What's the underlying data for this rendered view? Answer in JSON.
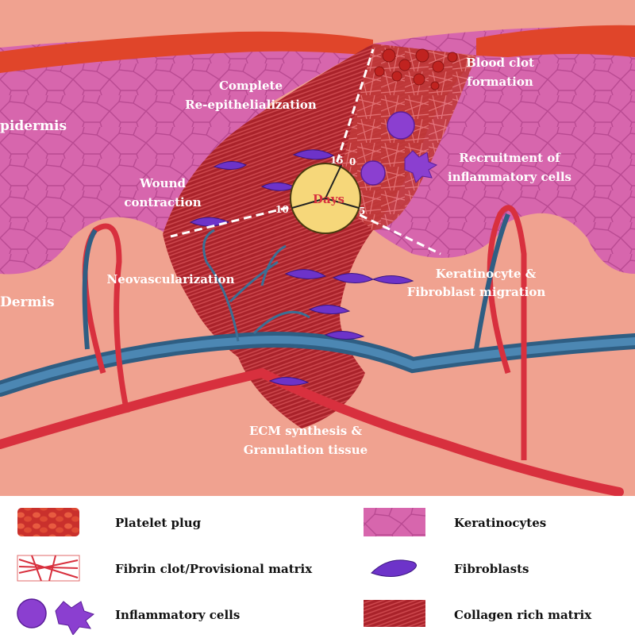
{
  "diagram": {
    "layers": {
      "epidermis": "pidermis",
      "dermis": "Dermis"
    },
    "labels": {
      "complete_reepi": [
        "Complete",
        "Re-epithelialization"
      ],
      "blood_clot": [
        "Blood clot",
        "formation"
      ],
      "recruitment": [
        "Recruitment of",
        "inflammatory cells"
      ],
      "wound_contraction": [
        "Wound",
        "contraction"
      ],
      "neovascularization": "Neovascularization",
      "migration": [
        "Keratinocyte &",
        "Fibroblast migration"
      ],
      "ecm": [
        "ECM synthesis &",
        "Granulation tissue"
      ]
    },
    "clock": {
      "center": "Days",
      "ticks": [
        "15",
        "0",
        "5",
        "10"
      ]
    }
  },
  "legend": {
    "items": [
      {
        "id": "platelet",
        "label": "Platelet plug"
      },
      {
        "id": "fibrin",
        "label": "Fibrin clot/Provisional matrix"
      },
      {
        "id": "inflammatory",
        "label": "Inflammatory cells"
      },
      {
        "id": "keratinocytes",
        "label": "Keratinocytes"
      },
      {
        "id": "fibroblasts",
        "label": "Fibroblasts"
      },
      {
        "id": "collagen",
        "label": "Collagen rich matrix"
      }
    ]
  },
  "colors": {
    "epidermis": "#d766ad",
    "dermis": "#f0a290",
    "surface": "#e0452a",
    "wound": "#b42a2c",
    "vessel_blue": "#3c6f94",
    "vessel_red": "#d8303e",
    "fibroblast": "#6d33c9",
    "clock_face": "#f6d77a"
  }
}
